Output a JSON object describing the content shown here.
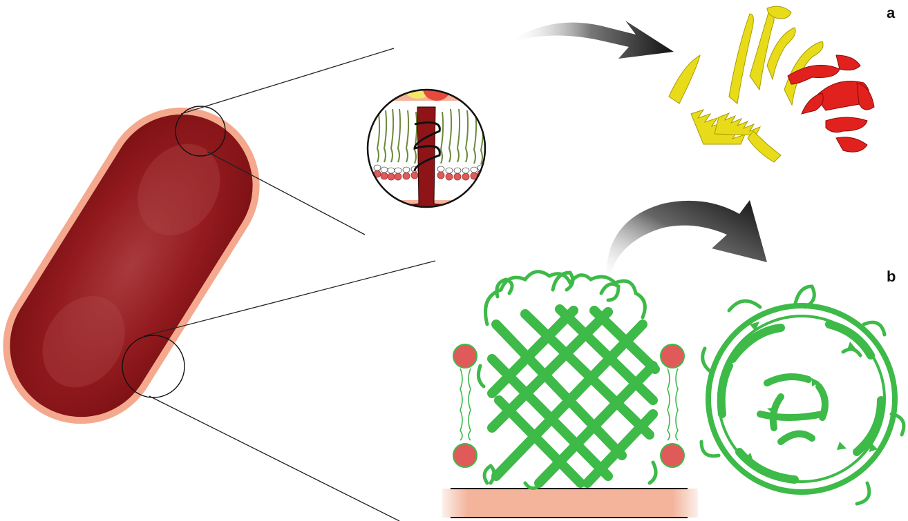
{
  "panels": {
    "a": {
      "label": "a"
    },
    "b": {
      "label": "b"
    }
  },
  "colors": {
    "cell_body": "#8e1418",
    "cell_envelope": "#f4a98e",
    "membrane_band": "#f3b49b",
    "lipid_head": "#e05a5a",
    "protein_a_chain1": "#e8dc1a",
    "protein_a_chain2": "#e0211d",
    "protein_b": "#3dba48",
    "arrow": "#1a1a1a"
  },
  "icons": [
    "bacterium-cell",
    "zoom-circle",
    "membrane-anchored-protein",
    "beta-barrel-protein",
    "curved-arrow"
  ]
}
